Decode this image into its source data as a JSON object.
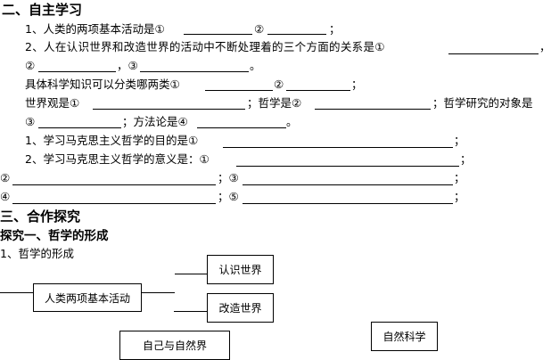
{
  "section2": {
    "title": "二、自主学习",
    "q1": {
      "text": "1、人类的两项基本活动是①",
      "m2": "②",
      "end": "；"
    },
    "q2": {
      "text": "2、人在认识世界和改造世界的活动中不断处理着的三个方面的关系是①",
      "end": "，",
      "m2": "②",
      "sep": "，③",
      "end2": "。"
    },
    "q3": {
      "text": "具体科学知识可以分类哪两类①",
      "m2": "②",
      "end": "；"
    },
    "q4": {
      "text": "世界观是①",
      "mid": "；哲学是②",
      "tail": "；哲学研究的对象是",
      "m3": "③",
      "mid2": "；方法论是④",
      "end": "。"
    },
    "q5": {
      "text": "1、学习马克思主义哲学的目的是①",
      "end": "；"
    },
    "q6": {
      "text": "2、学习马克思主义哲学的意义是：①",
      "end": "；",
      "r2": "②",
      "r2end": "；③",
      "r3end": "；",
      "r4": "④",
      "r4end": "；⑤",
      "r5end": "；"
    }
  },
  "section3": {
    "title": "三、合作探究",
    "sub": "探究一、哲学的形成",
    "item": "1、哲学的形成",
    "diagram": {
      "center": "人类两项基本活动",
      "top": "认识世界",
      "mid": "改造世界",
      "bottom": "自己与自然界",
      "right": "自然科学"
    }
  }
}
